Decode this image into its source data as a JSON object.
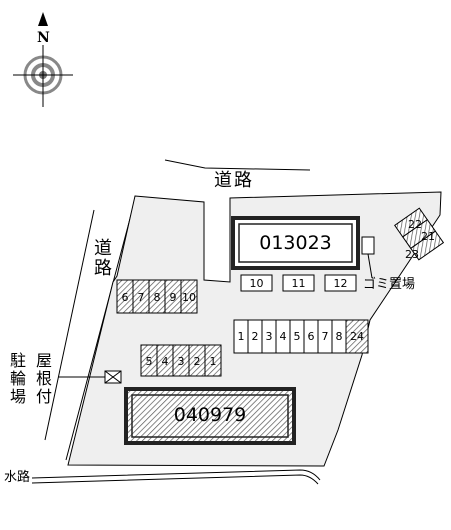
{
  "compass": {
    "north_label": "N",
    "icon": "compass-rose-icon"
  },
  "roads": {
    "top_road": "道路",
    "left_road": "道路"
  },
  "buildings": [
    {
      "id": "013023"
    },
    {
      "id": "040979"
    }
  ],
  "parking": {
    "top_left_row": [
      "6",
      "7",
      "8",
      "9",
      "10"
    ],
    "middle_row": [
      "10",
      "11",
      "12"
    ],
    "right_row": [
      "1",
      "2",
      "3",
      "4",
      "5",
      "6",
      "7",
      "8",
      "24"
    ],
    "lower_left_row": [
      "5",
      "4",
      "3",
      "2",
      "1"
    ],
    "corner_slots": [
      "22",
      "21",
      "23"
    ]
  },
  "labels": {
    "garbage": "ゴミ置場",
    "bicycle_parking_col1": "駐輪場",
    "bicycle_parking_col2": "屋根付",
    "waterway": "水路"
  },
  "colors": {
    "lot_fill": "#efefef",
    "hatch": "#555555",
    "building_border": "#222222"
  }
}
